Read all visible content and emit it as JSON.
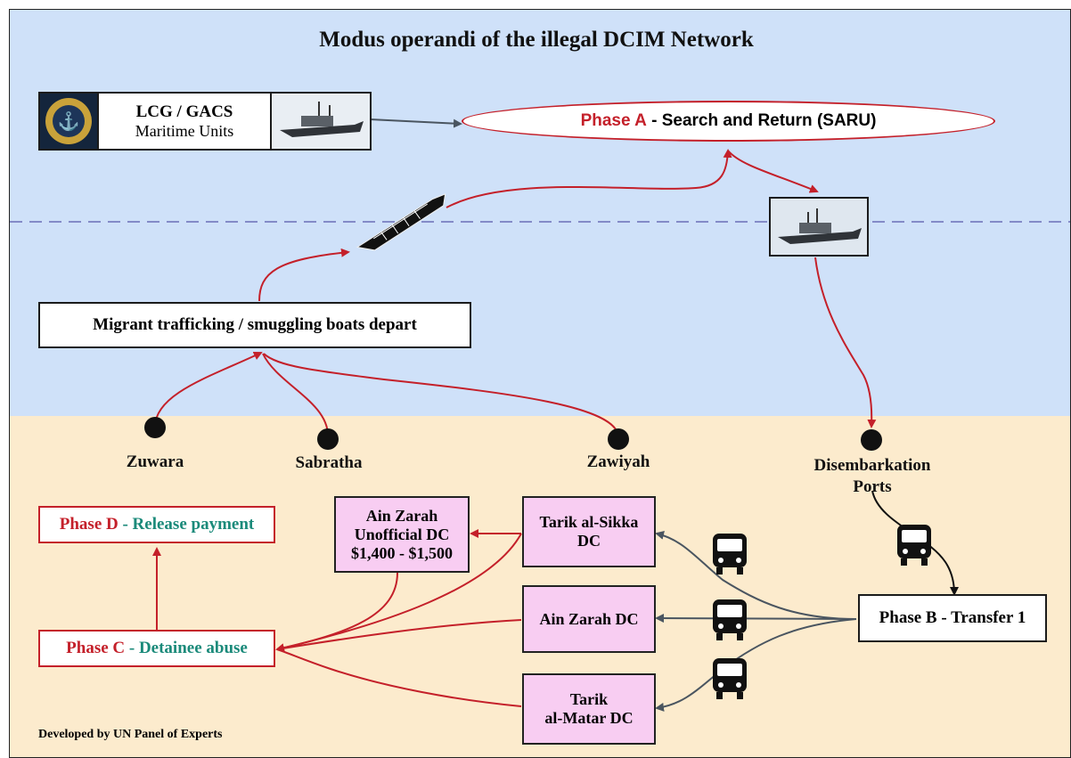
{
  "title": "Modus operandi of the illegal DCIM Network",
  "unit": {
    "name": "LCG / GACS",
    "subtitle": "Maritime Units",
    "emblem_icon": "lcg-emblem-icon",
    "vessel_icon": "patrol-boat-icon"
  },
  "phase_a": {
    "prefix": "Phase A",
    "text": " - Search and Return (SARU)"
  },
  "depart_box": "Migrant trafficking / smuggling boats depart",
  "departure_points": [
    "Zuwara",
    "Sabratha",
    "Zawiyah"
  ],
  "disembarkation": {
    "line1": "Disembarkation",
    "line2": "Ports"
  },
  "phase_b": "Phase B - Transfer 1",
  "detention_centres": {
    "tarik_sikka": {
      "line1": "Tarik al-Sikka",
      "line2": "DC"
    },
    "ain_zarah": "Ain Zarah DC",
    "tarik_matar": {
      "line1": "Tarik",
      "line2": "al-Matar DC"
    },
    "unofficial": {
      "line1": "Ain Zarah",
      "line2": "Unofficial DC",
      "line3": "$1,400 - $1,500"
    }
  },
  "phase_c": {
    "prefix": "Phase C",
    "text": " - Detainee abuse"
  },
  "phase_d": {
    "prefix": "Phase D",
    "text": " - Release payment"
  },
  "credit": "Developed by UN Panel of Experts",
  "colors": {
    "sea": "#cfe1f9",
    "land": "#fcebcd",
    "phase_red": "#c4202a",
    "phase_teal": "#1b8a7a",
    "dc_pink": "#f8cdf2",
    "transfer_arrow": "#4a5560"
  },
  "icons": [
    "bus-icon",
    "smuggling-boat-icon",
    "patrol-boat-icon",
    "lcg-emblem-icon"
  ]
}
